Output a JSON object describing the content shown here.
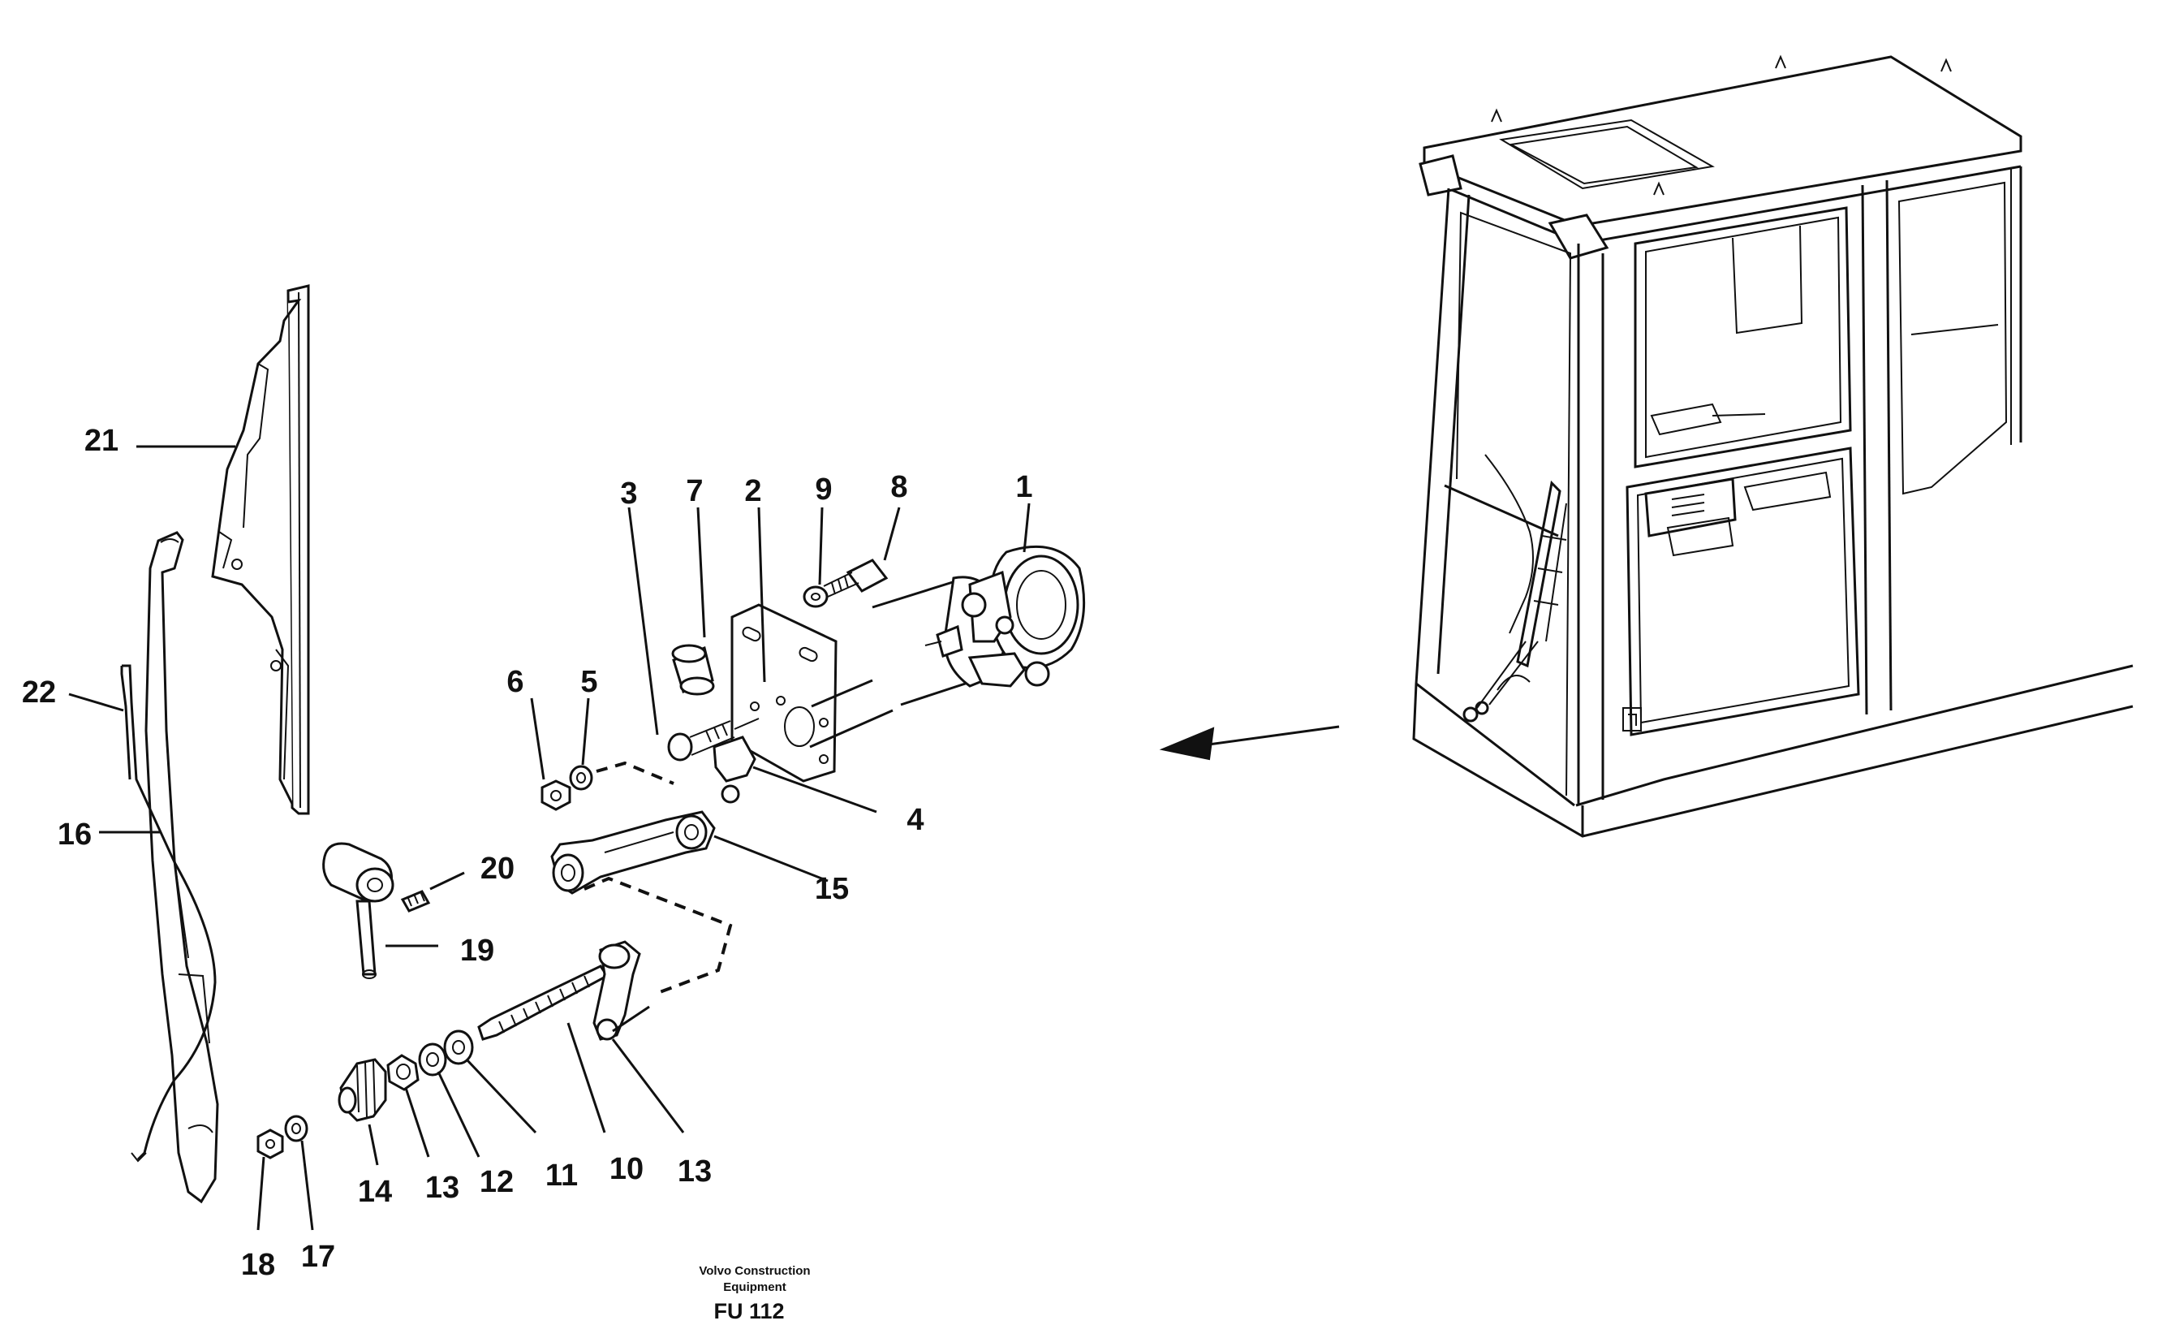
{
  "callouts": {
    "c1": "1",
    "c2": "2",
    "c3": "3",
    "c4": "4",
    "c5": "5",
    "c6": "6",
    "c7": "7",
    "c8": "8",
    "c9": "9",
    "c10": "10",
    "c11": "11",
    "c12": "12",
    "c13a": "13",
    "c13b": "13",
    "c14": "14",
    "c15": "15",
    "c16": "16",
    "c17": "17",
    "c18": "18",
    "c19": "19",
    "c20": "20",
    "c21": "21",
    "c22": "22"
  },
  "footer": {
    "credit_line1": "Volvo Construction",
    "credit_line2": "Equipment",
    "figure_code": "FU 112"
  }
}
